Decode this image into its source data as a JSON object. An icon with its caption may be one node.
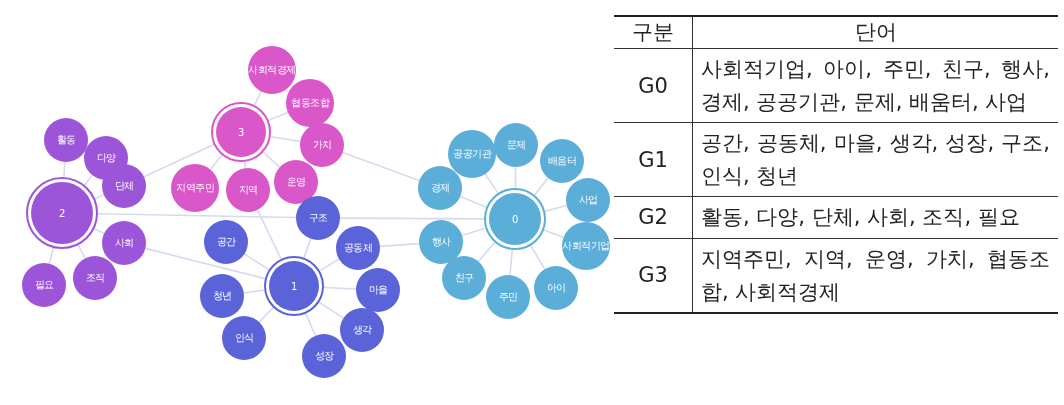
{
  "diagram": {
    "nodes": [
      {
        "text": [
          "2"
        ]
      },
      {
        "text": [
          "활동"
        ]
      },
      {
        "text": [
          "다양"
        ]
      },
      {
        "text": [
          "단체"
        ]
      },
      {
        "text": [
          "사회"
        ]
      },
      {
        "text": [
          "조직"
        ]
      },
      {
        "text": [
          "필요"
        ]
      },
      {
        "text": [
          "3"
        ]
      },
      {
        "text": [
          "사회적경제"
        ]
      },
      {
        "text": [
          "협동조합"
        ]
      },
      {
        "text": [
          "가치"
        ]
      },
      {
        "text": [
          "운영"
        ]
      },
      {
        "text": [
          "지역"
        ]
      },
      {
        "text": [
          "지역주민"
        ]
      },
      {
        "text": [
          "1"
        ]
      },
      {
        "text": [
          "구조"
        ]
      },
      {
        "text": [
          "공동체"
        ]
      },
      {
        "text": [
          "마을"
        ]
      },
      {
        "text": [
          "생각"
        ]
      },
      {
        "text": [
          "성장"
        ]
      },
      {
        "text": [
          "공간"
        ]
      },
      {
        "text": [
          "청년"
        ]
      },
      {
        "text": [
          "인식"
        ]
      },
      {
        "text": [
          "0"
        ]
      },
      {
        "text": [
          "문제"
        ]
      },
      {
        "text": [
          "배움터"
        ]
      },
      {
        "text": [
          "사업"
        ]
      },
      {
        "text": [
          "사회적기업"
        ]
      },
      {
        "text": [
          "아이"
        ]
      },
      {
        "text": [
          "주민"
        ]
      },
      {
        "text": [
          "친구"
        ]
      },
      {
        "text": [
          "행사"
        ]
      },
      {
        "text": [
          "경제"
        ]
      },
      {
        "text": [
          "공공기관"
        ]
      }
    ],
    "edges": [
      {
        "from": 0,
        "to": 1,
        "arrow": "none"
      },
      {
        "from": 0,
        "to": 2,
        "arrow": "none"
      },
      {
        "from": 0,
        "to": 3,
        "arrow": "none"
      },
      {
        "from": 0,
        "to": 4,
        "arrow": "none"
      },
      {
        "from": 0,
        "to": 5,
        "arrow": "none"
      },
      {
        "from": 0,
        "to": 6,
        "arrow": "none"
      },
      {
        "from": 7,
        "to": 8,
        "arrow": "none"
      },
      {
        "from": 7,
        "to": 9,
        "arrow": "none"
      },
      {
        "from": 7,
        "to": 10,
        "arrow": "none"
      },
      {
        "from": 7,
        "to": 11,
        "arrow": "none"
      },
      {
        "from": 7,
        "to": 12,
        "arrow": "none"
      },
      {
        "from": 7,
        "to": 13,
        "arrow": "none"
      },
      {
        "from": 14,
        "to": 15,
        "arrow": "none"
      },
      {
        "from": 14,
        "to": 16,
        "arrow": "none"
      },
      {
        "from": 14,
        "to": 17,
        "arrow": "none"
      },
      {
        "from": 14,
        "to": 18,
        "arrow": "none"
      },
      {
        "from": 14,
        "to": 19,
        "arrow": "none"
      },
      {
        "from": 14,
        "to": 20,
        "arrow": "none"
      },
      {
        "from": 14,
        "to": 21,
        "arrow": "none"
      },
      {
        "from": 14,
        "to": 22,
        "arrow": "none"
      },
      {
        "from": 23,
        "to": 24,
        "arrow": "none"
      },
      {
        "from": 23,
        "to": 25,
        "arrow": "none"
      },
      {
        "from": 23,
        "to": 26,
        "arrow": "none"
      },
      {
        "from": 23,
        "to": 27,
        "arrow": "none"
      },
      {
        "from": 23,
        "to": 28,
        "arrow": "none"
      },
      {
        "from": 23,
        "to": 29,
        "arrow": "none"
      },
      {
        "from": 23,
        "to": 30,
        "arrow": "none"
      },
      {
        "from": 23,
        "to": 31,
        "arrow": "none"
      },
      {
        "from": 23,
        "to": 32,
        "arrow": "none"
      },
      {
        "from": 23,
        "to": 33,
        "arrow": "none"
      },
      {
        "from": 3,
        "to": 7,
        "arrow": "none"
      },
      {
        "from": 0,
        "to": 15,
        "arrow": "none"
      },
      {
        "from": 4,
        "to": 14,
        "arrow": "none"
      },
      {
        "from": 10,
        "to": 32,
        "arrow": "none"
      },
      {
        "from": 16,
        "to": 31,
        "arrow": "none"
      },
      {
        "from": 12,
        "to": 14,
        "arrow": "none"
      },
      {
        "from": 15,
        "to": 23,
        "arrow": "none"
      }
    ],
    "labels": [
      "구분",
      "단어",
      "G0",
      "사회적기업, 아이, 주민, 친구, 행사, 경제, 공공기관, 문제, 배움터, 사업",
      "G1",
      "공간, 공동체, 마을, 생각, 성장, 구조, 인식, 청년",
      "G2",
      "활동, 다양, 단체, 사회, 조직, 필요",
      "G3",
      "지역주민, 지역, 운영, 가치, 협동조합, 사회적경제"
    ]
  }
}
